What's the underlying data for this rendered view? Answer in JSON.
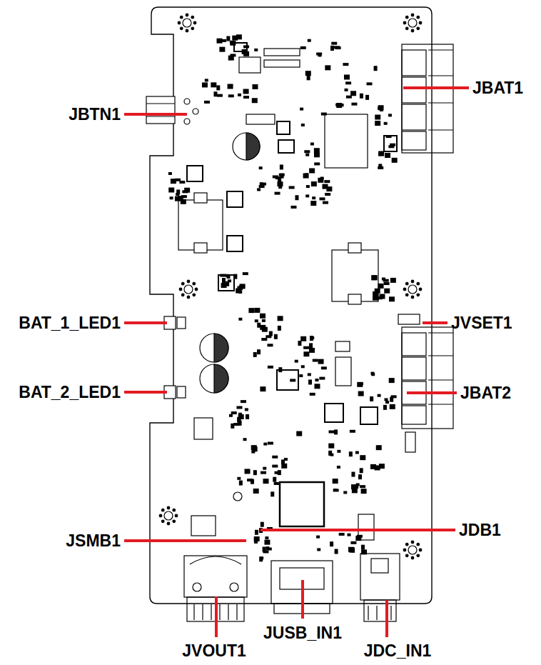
{
  "diagram": {
    "labels": [
      "JBAT1",
      "JBTN1",
      "BAT_1_LED1",
      "JVSET1",
      "BAT_2_LED1",
      "JBAT2",
      "JDB1",
      "JSMB1",
      "JUSB_IN1",
      "JVOUT1",
      "JDC_IN1"
    ]
  }
}
